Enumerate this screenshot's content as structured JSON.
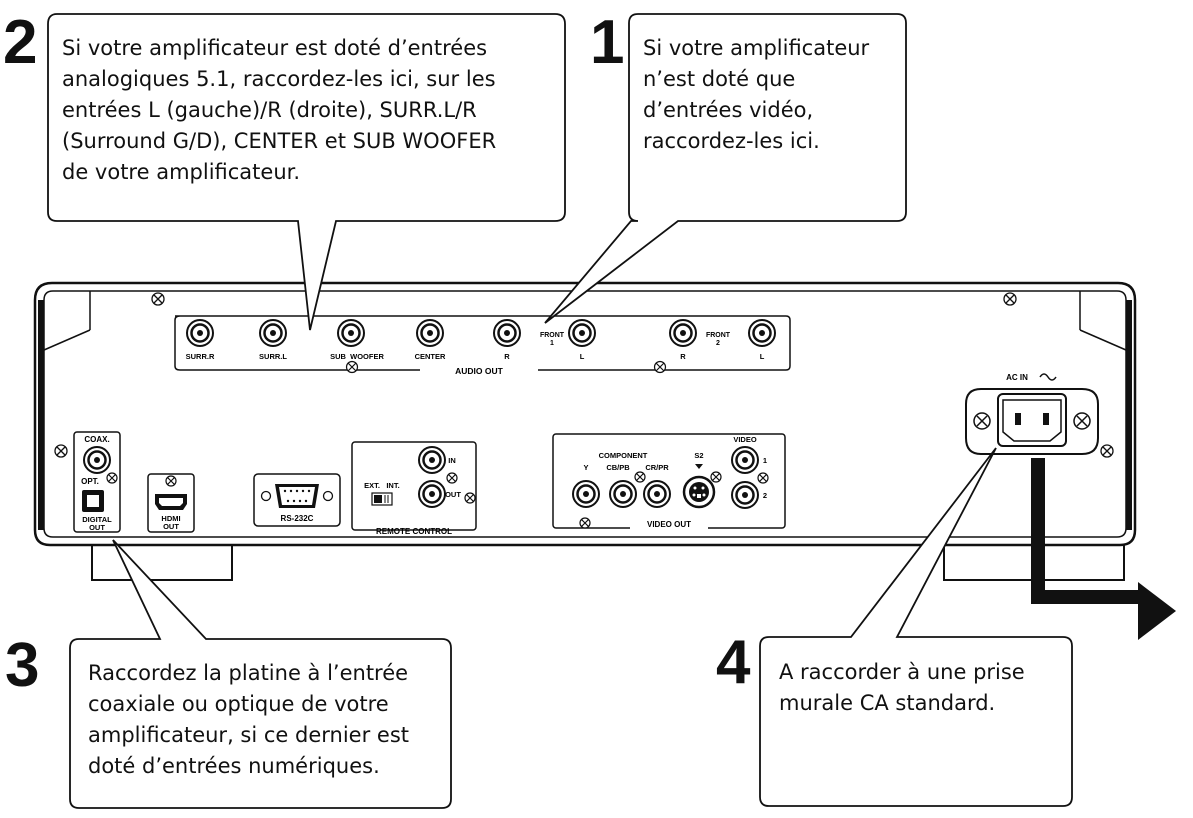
{
  "callouts": [
    {
      "number": "2",
      "text": "Si votre amplificateur est doté d’entrées analogiques 5.1, raccordez-les ici, sur les entrées L (gauche)/R (droite), SURR.L/R (Surround G/D), CENTER et SUB WOOFER de votre amplificateur.",
      "lines": [
        "Si votre amplificateur est doté d’entrées",
        "analogiques 5.1, raccordez-les ici, sur les",
        "entrées L (gauche)/R (droite), SURR.L/R",
        "(Surround G/D), CENTER et SUB WOOFER",
        "de votre amplificateur."
      ]
    },
    {
      "number": "1",
      "text": "Si votre amplificateur n’est doté que d’entrées vidéo, raccordez-les ici.",
      "lines": [
        "Si votre amplificateur",
        "n’est doté que",
        "d’entrées vidéo,",
        "raccordez-les ici."
      ]
    },
    {
      "number": "3",
      "text": "Raccordez la platine à l’entrée coaxiale ou optique de votre amplificateur, si ce dernier est doté d’entrées numériques.",
      "lines": [
        "Raccordez la platine à l’entrée",
        "coaxiale ou optique de votre",
        "amplificateur, si ce dernier est",
        "doté d’entrées numériques."
      ]
    },
    {
      "number": "4",
      "text": "A raccorder à une prise murale CA standard.",
      "lines": [
        "A raccorder à une prise",
        "murale CA standard."
      ]
    }
  ],
  "panel": {
    "audio_out": {
      "group_label": "AUDIO OUT",
      "jacks": [
        "SURR.R",
        "SURR.L",
        "SUB",
        "WOOFER",
        "CENTER",
        "R",
        "L",
        "R",
        "L"
      ],
      "front1_label": [
        "FRONT",
        "1"
      ],
      "front2_label": [
        "FRONT",
        "2"
      ]
    },
    "digital_out": {
      "coax": "COAX.",
      "opt": "OPT.",
      "label": [
        "DIGITAL",
        "OUT"
      ]
    },
    "hdmi_out": [
      "HDMI",
      "OUT"
    ],
    "rs232c": "RS-232C",
    "remote_control": {
      "label": "REMOTE CONTROL",
      "ext": "EXT.",
      "int": "INT.",
      "in": "IN",
      "out": "OUT"
    },
    "video_out": {
      "label": "VIDEO OUT",
      "component": "COMPONENT",
      "y": "Y",
      "cb": "CB/PB",
      "cr": "CR/PR",
      "s2": "S2",
      "video": "VIDEO",
      "v1": "1",
      "v2": "2"
    },
    "ac_in": "AC IN"
  }
}
